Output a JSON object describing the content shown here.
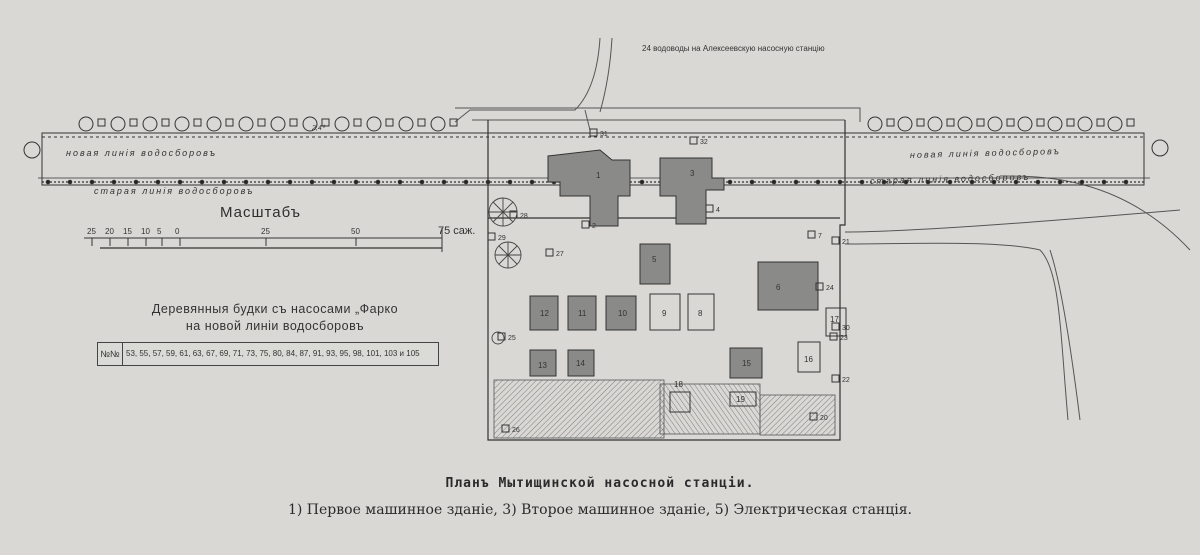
{
  "plan": {
    "top_note": "24 водоводы на Алексеевскую насосную станцію",
    "new_line_left": "новая линія водосборовъ",
    "old_line_left": "старая линія водосборовъ",
    "new_line_right": "новая линія водосборовъ",
    "old_line_right": "старая линія водосборовъ",
    "distance_label": "2,4⁰",
    "building_numbers": [
      "1",
      "2",
      "3",
      "4",
      "5",
      "6",
      "7",
      "8",
      "9",
      "10",
      "11",
      "12",
      "13",
      "14",
      "15",
      "16",
      "17",
      "18",
      "19",
      "20",
      "21",
      "22",
      "23",
      "24",
      "25",
      "26",
      "27",
      "28",
      "29",
      "30",
      "31",
      "32"
    ]
  },
  "scale": {
    "title": "Масштабъ",
    "ticks": [
      "25",
      "20",
      "15",
      "10",
      "5",
      "0",
      "25",
      "50",
      "75 саж."
    ]
  },
  "booths": {
    "line1": "Деревянныя будки съ насосами „Фарко",
    "line2": "на новой линіи водосборовъ",
    "header": "№№",
    "numbers": "53, 55, 57, 59, 61, 63, 67, 69, 71, 73, 75, 80, 84, 87, 91, 93, 95, 98, 101, 103 и 105"
  },
  "caption": {
    "title": "Планъ Мытищинской насосной станціи.",
    "subtitle": "1) Первое машинное зданіе, 3) Второе машинное зданіе, 5) Электрическая станція."
  },
  "colors": {
    "ink": "#3a3a3a",
    "paper": "#d9d8d4",
    "fill": "#8a8a88"
  }
}
